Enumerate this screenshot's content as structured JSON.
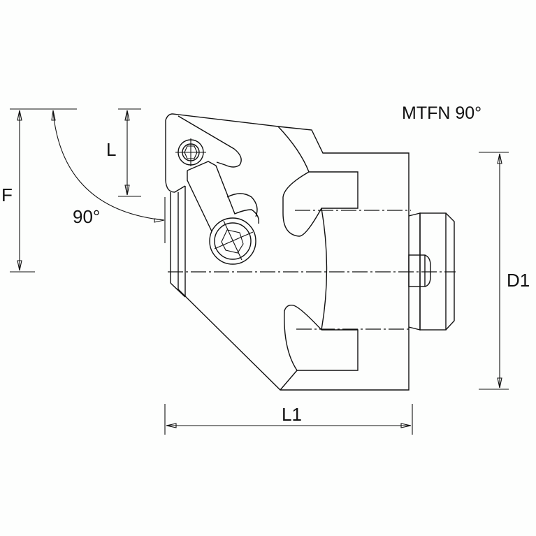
{
  "drawing": {
    "title": "MTFN 90°",
    "stroke_color": "#111111",
    "background_color": "#fdfefd"
  },
  "dimensions": {
    "F": "F",
    "L": "L",
    "angle": "90°",
    "D1": "D1",
    "L1": "L1"
  }
}
